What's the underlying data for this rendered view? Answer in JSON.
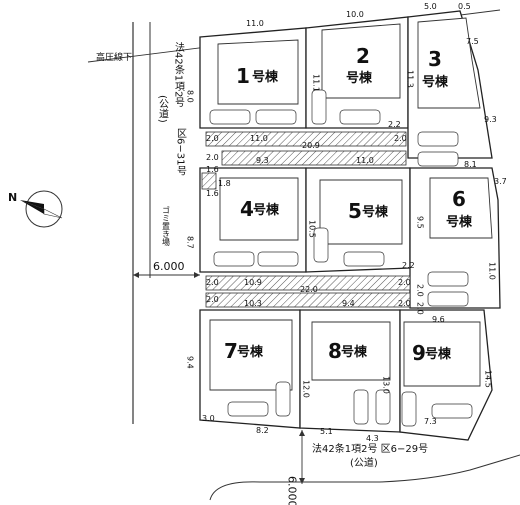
{
  "road_north_west": {
    "law_label": "法42条1項2号",
    "type_label": "(公道)",
    "section_label": "区6−31号"
  },
  "road_south": {
    "label": "法42条1項2号 区6−29号",
    "type_label": "(公道)"
  },
  "power_line_label": "高圧線下",
  "garbage_label": "ゴミ置き場",
  "road_widths": {
    "west": "6.000",
    "south": "6.000"
  },
  "buildings": [
    {
      "num": "1",
      "suffix": "号棟"
    },
    {
      "num": "2",
      "suffix": "号棟"
    },
    {
      "num": "3",
      "suffix": "号棟"
    },
    {
      "num": "4",
      "suffix": "号棟"
    },
    {
      "num": "5",
      "suffix": "号棟"
    },
    {
      "num": "6",
      "suffix": "号棟"
    },
    {
      "num": "7",
      "suffix": "号棟"
    },
    {
      "num": "8",
      "suffix": "号棟"
    },
    {
      "num": "9",
      "suffix": "号棟"
    }
  ],
  "dimensions": {
    "top_1": "11.0",
    "top_2": "10.0",
    "top_3": "5.0",
    "top_4": "0.5",
    "lot1_left": "8.0",
    "lot2_mid": "11.1",
    "lot3_mid": "11.3",
    "right_7_5": "7.5",
    "right_9_3": "9.3",
    "right_3_7": "3.7",
    "right_11_0": "11.0",
    "right_14_5": "14.5",
    "pass1_a": "2.0",
    "pass1_b": "11.0",
    "pass1_c": "20.9",
    "pass1_d": "2.0",
    "pass1_e": "2.2",
    "pass1_f": "2.0",
    "pass1_g": "1.6",
    "pass1_h": "9.3",
    "pass1_i": "11.0",
    "pass1_j": "8.1",
    "mid_1_8": "1.8",
    "mid_1_6": "1.6",
    "lot4_left": "8.7",
    "lot5_mid": "10.5",
    "lot6_mid": "9.5",
    "pass2_a": "2.0",
    "pass2_b": "10.9",
    "pass2_c": "22.0",
    "pass2_d": "2.0",
    "pass2_e": "2.2",
    "pass2_f": "2.0",
    "pass2_g": "10.3",
    "pass2_h": "9.4",
    "pass2_i": "2.0",
    "right_2_0a": "2.0",
    "right_2_0b": "2.0",
    "lot9_top": "9.6",
    "lot7_left": "9.4",
    "lot8_mid": "12.0",
    "lot9_mid": "13.0",
    "bottom_3_0": "3.0",
    "bottom_8_2": "8.2",
    "bottom_5_1": "5.1",
    "bottom_4_3": "4.3",
    "bottom_7_3": "7.3"
  },
  "compass": {
    "label": "N"
  }
}
